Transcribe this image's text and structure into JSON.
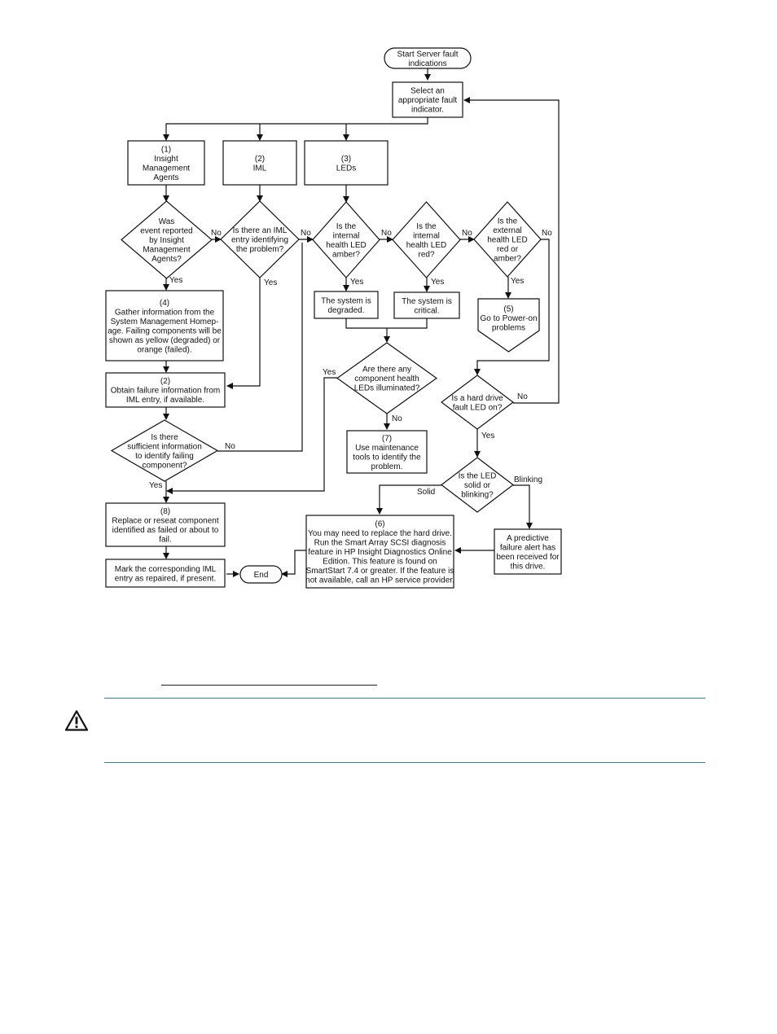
{
  "flowchart": {
    "nodes": [
      {
        "id": "start",
        "shape": "terminal",
        "lines": [
          "Start Server fault",
          "indications"
        ]
      },
      {
        "id": "select",
        "shape": "box",
        "lines": [
          "Select an",
          "appropriate fault",
          "indicator."
        ]
      },
      {
        "id": "ima",
        "shape": "box",
        "lines": [
          "(1)",
          "Insight",
          "Management",
          "Agents"
        ]
      },
      {
        "id": "iml",
        "shape": "box",
        "lines": [
          "(2)",
          "IML"
        ]
      },
      {
        "id": "leds",
        "shape": "box",
        "lines": [
          "(3)",
          "LEDs"
        ]
      },
      {
        "id": "d_event",
        "shape": "diamond",
        "lines": [
          "Was",
          "event reported",
          "by Insight",
          "Management",
          "Agents?"
        ]
      },
      {
        "id": "d_imlentry",
        "shape": "diamond",
        "lines": [
          "Is there an IML",
          "entry identifying",
          "the problem?"
        ]
      },
      {
        "id": "d_amber",
        "shape": "diamond",
        "lines": [
          "Is the",
          "internal",
          "health LED",
          "amber?"
        ]
      },
      {
        "id": "d_red",
        "shape": "diamond",
        "lines": [
          "Is the",
          "internal",
          "health LED",
          "red?"
        ]
      },
      {
        "id": "d_ext",
        "shape": "diamond",
        "lines": [
          "Is the",
          "external",
          "health LED",
          "red or",
          "amber?"
        ]
      },
      {
        "id": "gather",
        "shape": "box",
        "lines": [
          "(4)",
          "Gather information from the",
          "System Management Homep-",
          "age. Failing components will be",
          "shown as yellow (degraded) or",
          "orange (failed)."
        ]
      },
      {
        "id": "degraded",
        "shape": "box",
        "lines": [
          "The system is",
          "degraded."
        ]
      },
      {
        "id": "critical",
        "shape": "box",
        "lines": [
          "The system is",
          "critical."
        ]
      },
      {
        "id": "poweron",
        "shape": "offpage",
        "lines": [
          "(5)",
          "Go to Power-on",
          "problems"
        ]
      },
      {
        "id": "obtain",
        "shape": "box",
        "lines": [
          "(2)",
          "Obtain failure information from",
          "IML entry, if available."
        ]
      },
      {
        "id": "d_comp",
        "shape": "diamond",
        "lines": [
          "Are there any",
          "component health",
          "LEDs illuminated?"
        ]
      },
      {
        "id": "d_hdd",
        "shape": "diamond",
        "lines": [
          "Is a hard drive",
          "fault LED on?"
        ]
      },
      {
        "id": "d_suff",
        "shape": "diamond",
        "lines": [
          "Is there",
          "sufficient information",
          "to identify failing",
          "component?"
        ]
      },
      {
        "id": "maint",
        "shape": "box",
        "lines": [
          "(7)",
          "Use maintenance",
          "tools to identify the",
          "problem."
        ]
      },
      {
        "id": "d_solid",
        "shape": "diamond",
        "lines": [
          "Is the LED",
          "solid or",
          "blinking?"
        ]
      },
      {
        "id": "replace",
        "shape": "box",
        "lines": [
          "(8)",
          "Replace or reseat component",
          "identified as failed or about to",
          "fail."
        ]
      },
      {
        "id": "hdd6",
        "shape": "box",
        "lines": [
          "(6)",
          "You may need to replace the hard drive.",
          "Run the Smart Array SCSI diagnosis",
          "feature in HP Insight Diagnostics Online",
          "Edition. This feature is found on",
          "SmartStart 7.4 or greater. If the feature is",
          "not available, call an HP service provider."
        ]
      },
      {
        "id": "predict",
        "shape": "box",
        "lines": [
          "A predictive",
          "failure alert has",
          "been received for",
          "this drive."
        ]
      },
      {
        "id": "mark",
        "shape": "box",
        "lines": [
          "Mark the corresponding IML",
          "entry as repaired, if present."
        ]
      },
      {
        "id": "end",
        "shape": "terminal",
        "lines": [
          "End"
        ]
      }
    ],
    "edge_labels": [
      {
        "id": "no_event",
        "text": "No"
      },
      {
        "id": "no_imlentry",
        "text": "No"
      },
      {
        "id": "no_amber",
        "text": "No"
      },
      {
        "id": "no_red",
        "text": "No"
      },
      {
        "id": "no_ext",
        "text": "No"
      },
      {
        "id": "yes_event",
        "text": "Yes"
      },
      {
        "id": "yes_imlentry",
        "text": "Yes"
      },
      {
        "id": "yes_amber",
        "text": "Yes"
      },
      {
        "id": "yes_red",
        "text": "Yes"
      },
      {
        "id": "yes_ext",
        "text": "Yes"
      },
      {
        "id": "yes_comp",
        "text": "Yes"
      },
      {
        "id": "no_hdd",
        "text": "No"
      },
      {
        "id": "no_suff",
        "text": "No"
      },
      {
        "id": "no_comp",
        "text": "No"
      },
      {
        "id": "yes_hdd",
        "text": "Yes"
      },
      {
        "id": "solid",
        "text": "Solid"
      },
      {
        "id": "blinking",
        "text": "Blinking"
      },
      {
        "id": "yes_suff",
        "text": "Yes"
      }
    ]
  },
  "caution": {
    "icon": "warning-triangle-icon",
    "rule_color": "#3a7fa8"
  }
}
